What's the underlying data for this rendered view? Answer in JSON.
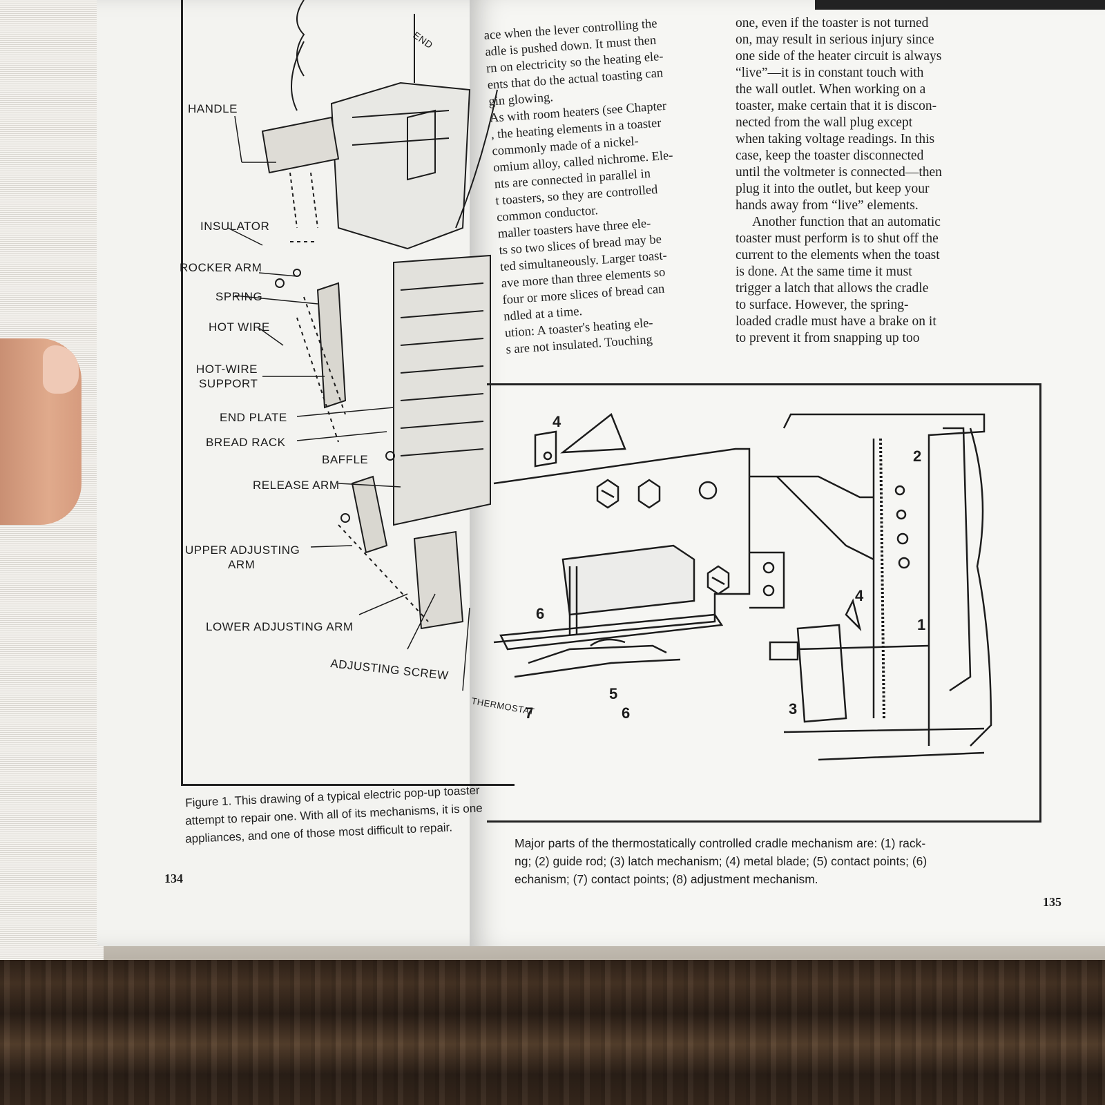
{
  "left_page": {
    "page_number": "134",
    "labels": {
      "end": "END",
      "handle": "HANDLE",
      "insulator": "INSULATOR",
      "rocker_arm": "ROCKER ARM",
      "spring": "SPRING",
      "hot_wire": "HOT WIRE",
      "hot_wire_support_1": "HOT-WIRE",
      "hot_wire_support_2": "SUPPORT",
      "end_plate": "END PLATE",
      "bread_rack": "BREAD RACK",
      "baffle": "BAFFLE",
      "release_arm": "RELEASE ARM",
      "upper_adjusting_arm_1": "UPPER ADJUSTING",
      "upper_adjusting_arm_2": "ARM",
      "lower_adjusting_arm": "LOWER ADJUSTING ARM",
      "adjusting_screw": "ADJUSTING SCREW",
      "thermostat": "THERMOSTAT"
    },
    "caption_lines": [
      "Figure 1. This drawing of a typical electric pop-up toaster",
      "attempt to repair one. With all of its mechanisms, it is one",
      "appliances, and one of those most difficult to repair."
    ]
  },
  "right_page": {
    "page_number": "135",
    "column_left": [
      "ace when the lever controlling the",
      "adle is pushed down. It must then",
      "rn on electricity so the heating ele-",
      "ents that do the actual toasting can",
      "gin glowing.",
      "As with room heaters (see Chapter",
      ", the heating elements in a toaster",
      "commonly made of a nickel-",
      "omium alloy, called nichrome. Ele-",
      "nts are connected in parallel in",
      "t toasters, so they are controlled",
      "common conductor.",
      "maller toasters have three ele-",
      "ts so two slices of bread may be",
      "ted simultaneously. Larger toast-",
      "ave more than three elements so",
      "four or more slices of bread can",
      "ndled at a time.",
      "ution: A toaster's heating ele-",
      "s are not insulated. Touching"
    ],
    "column_right": [
      "one, even if the toaster is not turned",
      "on, may result in serious injury since",
      "one side of the heater circuit is always",
      "“live”—it is in constant touch with",
      "the wall outlet. When working on a",
      "toaster, make certain that it is discon-",
      "nected from the wall plug except",
      "when taking voltage readings. In this",
      "case, keep the toaster disconnected",
      "until the voltmeter is connected—then",
      "plug it into the outlet, but keep your",
      "hands away from “live” elements.",
      "Another function that an automatic",
      "toaster must perform is to shut off the",
      "current to the elements when the toast",
      "is done. At the same time it must",
      "trigger a latch that allows the cradle",
      "to surface. However, the spring-",
      "loaded cradle must have a brake on it",
      "to prevent it from snapping up too"
    ],
    "figure_numbers": [
      "4",
      "2",
      "4",
      "1",
      "6",
      "5",
      "6",
      "7",
      "3"
    ],
    "caption_lines": [
      "Major parts of the thermostatically controlled cradle mechanism are: (1) rack-",
      "ng; (2) guide rod; (3) latch mechanism; (4) metal blade; (5) contact points; (6)",
      "echanism; (7) contact points; (8) adjustment mechanism."
    ]
  }
}
